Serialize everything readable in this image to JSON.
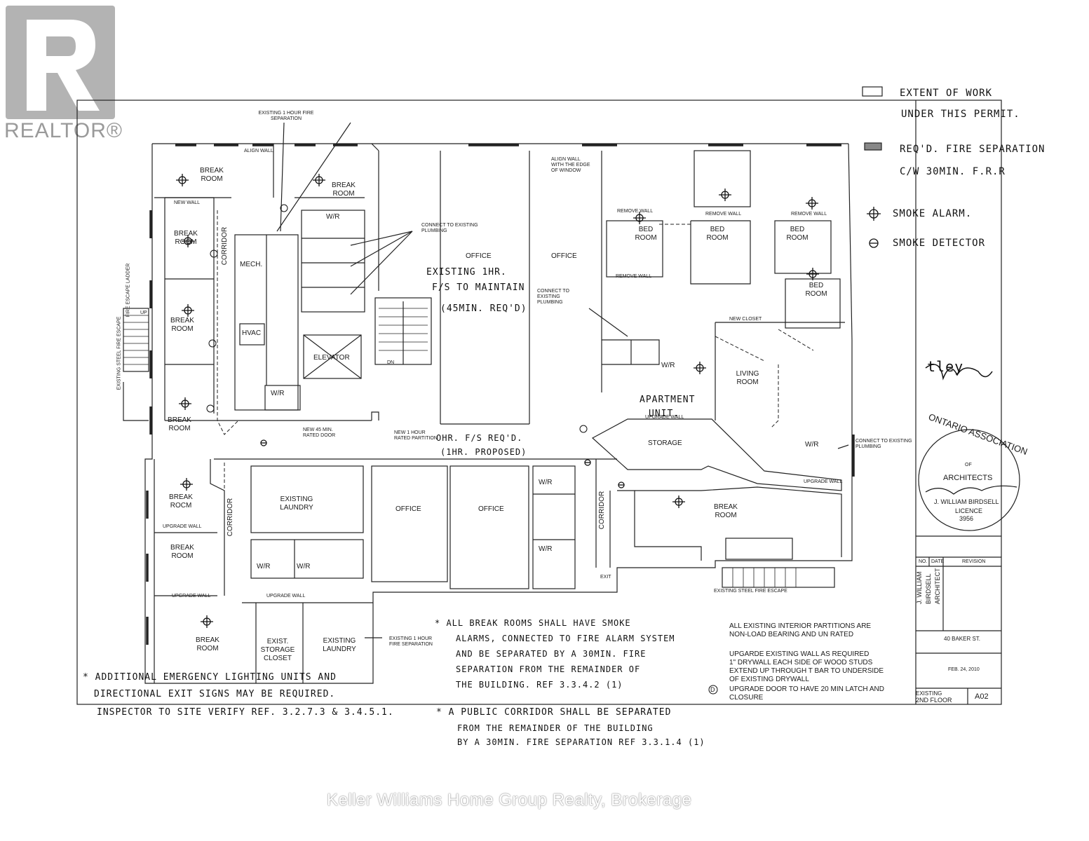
{
  "branding": {
    "realtor_word": "REALTOR®",
    "watermark": "Keller Williams Home Group Realty, Brokerage"
  },
  "legend": {
    "extent_line1": "EXTENT OF WORK",
    "extent_line2": "UNDER THIS PERMIT.",
    "fs_line1": "REQ'D. FIRE SEPARATION",
    "fs_line2": "C/W 30MIN. F.R.R",
    "smoke_alarm": "SMOKE ALARM.",
    "smoke_detector": "SMOKE DETECTOR"
  },
  "stamp": {
    "arc_text": "ONTARIO ASSOCIATION",
    "of": "OF",
    "architects": "ARCHITECTS",
    "name": "J. WILLIAM BIRDSELL",
    "licence": "LICENCE",
    "number": "3956"
  },
  "title_block": {
    "firm_line1": "J. WILLIAM",
    "firm_line2": "BIRDSELL",
    "firm_line3": "ARCHITECT",
    "address": "40 BAKER ST.",
    "drawing": "EXISTING",
    "floor": "2ND FLOOR",
    "sheet": "A02",
    "date": "FEB. 24, 2010",
    "revisions": "REVISION",
    "no": "NO.",
    "date_hdr": "DATE"
  },
  "rooms": {
    "break_room_1": "BREAK ROOM",
    "break_room_2": "BREAK ROOM",
    "break_room_3": "BREAK ROOM",
    "break_room_4": "BREAK ROOM",
    "break_room_5": "BREAK ROOM",
    "break_room_6": "BREAK ROCM",
    "break_room_7": "BREAK ROOM",
    "break_room_8": "BREAK ROOM",
    "break_room_9": "BREAK ROOM",
    "corridor_1": "CORRIDOR",
    "corridor_2": "CORRIDOR",
    "corridor_3": "CORRIDOR",
    "mech": "MECH.",
    "hvac": "HVAC",
    "elevator": "ELEVATOR",
    "office_1": "OFFICE",
    "office_2": "OFFICE",
    "office_3": "OFFICE",
    "office_4": "OFFICE",
    "laundry_1": "EXISTING LAUNDRY",
    "laundry_2": "EXISTING LAUNDRY",
    "storage_closet": "EXIST. STORAGE CLOSET",
    "bed_room_1": "BED ROOM",
    "bed_room_2": "BED ROOM",
    "bed_room_3": "BED ROOM",
    "bed_room_4": "BED ROOM",
    "living_room": "LIVING ROOM",
    "storage": "STORAGE",
    "wr": "W/R"
  },
  "annotations": {
    "existing_fs_top": "EXISTING 1 HOUR FIRE SEPARATION",
    "existing_fs_bottom": "EXISTING 1 HOUR FIRE SEPARATION",
    "align_wall": "ALIGN WALL",
    "align_wall_window": "ALIGN WALL WITH THE EDGE OF WINDOW",
    "new_wall": "NEW WALL",
    "remove_wall": "REMOVE WALL",
    "upgrade_wall": "UPGRADE WALL",
    "connect_plumbing_1": "CONNECT TO EXISTING PLUMBING",
    "connect_plumbing_2": "CONNECT TO EXISTING PLUMBING",
    "connect_plumbing_3": "CONNECT TO EXISTING PLUMBING",
    "fire_escape_ladder": "FIRE ESCAPE LADDER",
    "existing_steel_fe": "EXISTING STEEL FIRE ESCAPE",
    "new_45_door": "NEW 45 MIN. RATED DOOR",
    "new_1hr_partition": "NEW 1 HOUR RATED PARTITION",
    "new_closet": "NEW CLOSET",
    "exit": "EXIT",
    "up": "UP",
    "dn": "DN"
  },
  "handwritten": {
    "existing_1hr_l1": "EXISTING 1HR.",
    "existing_1hr_l2": "F/S TO MAINTAIN",
    "existing_1hr_l3": "(45MIN. REQ'D)",
    "ohr_l1": "OHR. F/S REQ'D.",
    "ohr_l2": "(1HR. PROPOSED)",
    "apartment_l1": "APARTMENT",
    "apartment_l2": "UNIT.",
    "break_rooms_l1": "* ALL BREAK ROOMS SHALL HAVE SMOKE",
    "break_rooms_l2": "ALARMS, CONNECTED TO FIRE ALARM SYSTEM",
    "break_rooms_l3": "AND BE SEPARATED BY A 30MIN. FIRE",
    "break_rooms_l4": "SEPARATION FROM THE REMAINDER OF",
    "break_rooms_l5": "THE BUILDING. REF 3.3.4.2 (1)",
    "emergency_l1": "* ADDITIONAL EMERGENCY LIGHTING UNITS AND",
    "emergency_l2": "DIRECTIONAL EXIT SIGNS MAY BE REQUIRED.",
    "emergency_l3": "INSPECTOR TO SITE VERIFY  REF. 3.2.7.3 & 3.4.5.1.",
    "public_l1": "* A PUBLIC CORRIDOR SHALL BE SEPARATED",
    "public_l2": "FROM THE REMAINDER OF THE BUILDING",
    "public_l3": "BY A 30MIN. FIRE SEPARATION  REF 3.3.1.4 (1)",
    "initials": "tley"
  },
  "notes": {
    "partitions_l1": "ALL EXISTING INTERIOR PARTITIONS  ARE",
    "partitions_l2": "NON-LOAD BEARING AND UN RATED",
    "upgrade_l1": "UPGARDE EXISTING WALL AS REQUIRED",
    "upgrade_l2": "1\" DRYWALL EACH SIDE OF WOOD STUDS",
    "upgrade_l3": "EXTEND UP THROUGH T BAR TO UNDERSIDE",
    "upgrade_l4": "OF EXISTING DRYWALL",
    "door_symbol": "D",
    "door_l1": "UPGRADE DOOR TO HAVE 20 min LATCH AND",
    "door_l2": "CLOSURE"
  }
}
